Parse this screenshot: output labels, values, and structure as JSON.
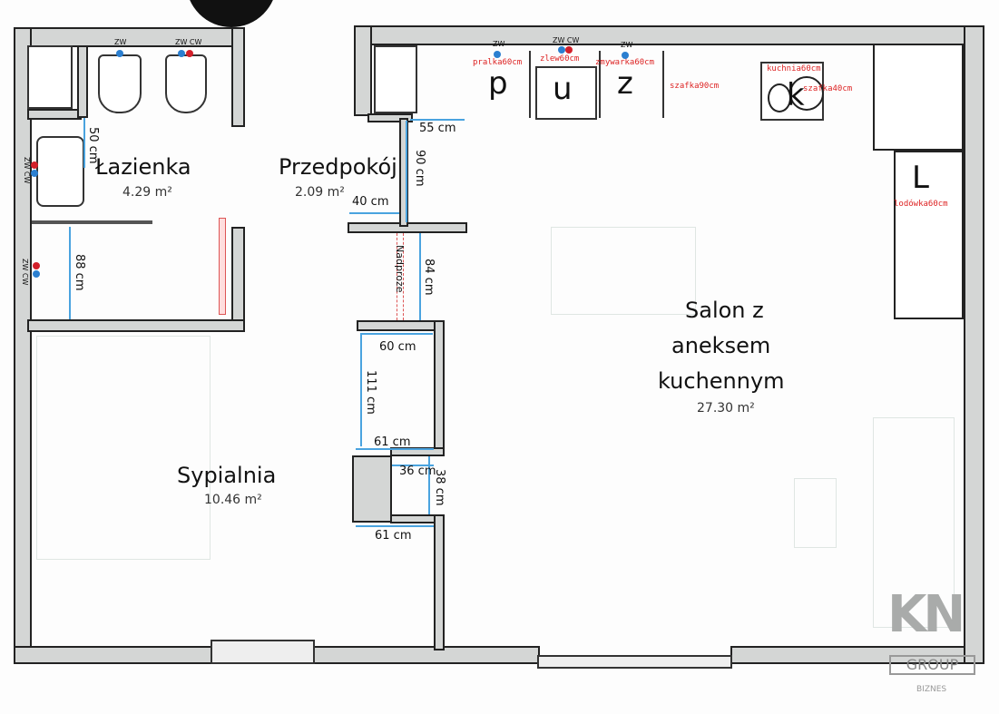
{
  "rooms": {
    "bathroom": {
      "name": "Łazienka",
      "area": "4.29 m²"
    },
    "hall": {
      "name": "Przedpokój",
      "area": "2.09 m²"
    },
    "bedroom": {
      "name": "Sypialnia",
      "area": "10.46 m²"
    },
    "living": {
      "name1": "Salon z",
      "name2": "aneksem",
      "name3": "kuchennym",
      "area": "27.30 m²"
    }
  },
  "dimensions": {
    "d55": "55 cm",
    "d90": "90 cm",
    "d40": "40 cm",
    "d84": "84 cm",
    "lintel": "Nadproże",
    "d60": "60 cm",
    "d111": "111 cm",
    "d61a": "61 cm",
    "d36": "36 cm",
    "d38": "38 cm",
    "d61b": "61 cm",
    "d50": "50 cm",
    "d88": "88 cm"
  },
  "kitchen": {
    "p": "p",
    "u": "u",
    "z": "z",
    "k": "k",
    "l": "L",
    "washer": "pralka60cm",
    "sink": "zlew60cm",
    "dishwasher": "zmywarka60cm",
    "cabinet90": "szafka90cm",
    "stove": "kuchnia60cm",
    "cabinet40": "szafka40cm",
    "fridge": "lodówka60cm"
  },
  "water": {
    "zw": "ZW",
    "zwcw": "ZW CW"
  },
  "logo": {
    "main": "KN",
    "sub": "GROUP",
    "small": "BIZNES"
  }
}
